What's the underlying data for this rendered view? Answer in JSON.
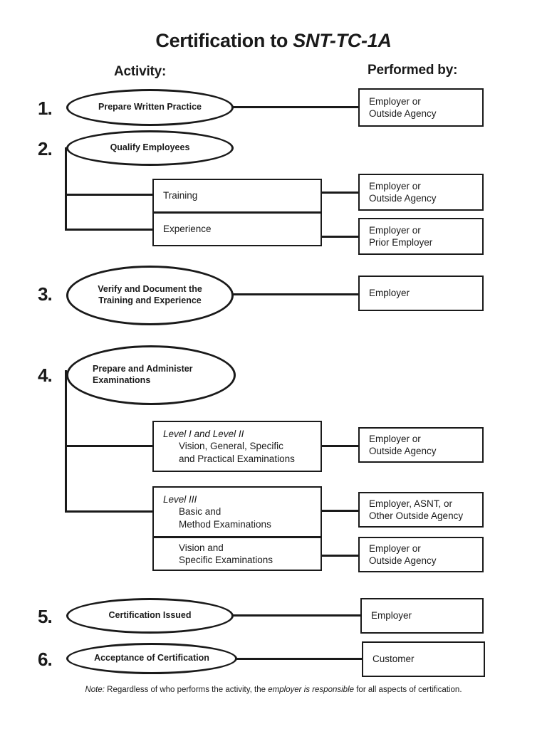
{
  "title": {
    "main": "Certification to ",
    "emphasis": "SNT-TC-1A"
  },
  "columns": {
    "activity": "Activity:",
    "performed_by": "Performed by:"
  },
  "steps": [
    {
      "number": "1.",
      "activity": "Prepare Written Practice",
      "performed_by": "Employer or\nOutside Agency",
      "performed_by_line1": "Employer or",
      "performed_by_line2": "Outside Agency",
      "sub_items": []
    },
    {
      "number": "2.",
      "activity": "Qualify Employees",
      "sub_items": [
        {
          "label": "Training",
          "performed_by_line1": "Employer or",
          "performed_by_line2": "Outside Agency"
        },
        {
          "label": "Experience",
          "performed_by_line1": "Employer or",
          "performed_by_line2": "Prior Employer"
        }
      ]
    },
    {
      "number": "3.",
      "activity_line1": "Verify and Document the",
      "activity_line2": "Training and Experience",
      "performed_by_line1": "Employer",
      "performed_by_line2": "",
      "sub_items": []
    },
    {
      "number": "4.",
      "activity_line1": "Prepare and Administer",
      "activity_line2": "Examinations",
      "sub_items": [
        {
          "lead": "Level I and Level II",
          "line1": "Vision, General, Specific",
          "line2": "and Practical Examinations",
          "performed_by_line1": "Employer or",
          "performed_by_line2": "Outside Agency"
        },
        {
          "lead": "Level III",
          "line1": "Basic and",
          "line2": "Method Examinations",
          "performed_by_line1": "Employer, ASNT, or",
          "performed_by_line2": "Other Outside Agency"
        },
        {
          "lead": "",
          "line1": "Vision and",
          "line2": "Specific Examinations",
          "performed_by_line1": "Employer or",
          "performed_by_line2": "Outside Agency"
        }
      ]
    },
    {
      "number": "5.",
      "activity": "Certification Issued",
      "performed_by_line1": "Employer",
      "sub_items": []
    },
    {
      "number": "6.",
      "activity": "Acceptance of Certification",
      "performed_by_line1": "Customer",
      "sub_items": []
    }
  ],
  "note": {
    "label": "Note:",
    "part1": " Regardless of who performs the activity, the ",
    "emphasis": "employer is responsible",
    "part2": " for all aspects of certification."
  },
  "colors": {
    "ink": "#1a1a1a",
    "paper": "#ffffff"
  }
}
